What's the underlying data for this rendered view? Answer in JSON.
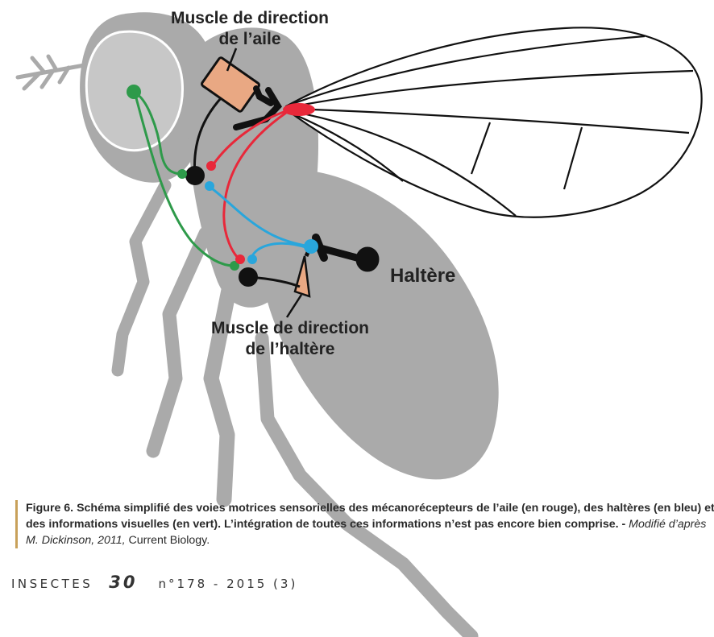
{
  "labels": {
    "wing_muscle": [
      "Muscle de direction",
      "de l’aile"
    ],
    "haltere": "Haltère",
    "haltere_muscle": [
      "Muscle de direction",
      "de l’haltère"
    ]
  },
  "caption": {
    "figure_text": "Figure 6. Schéma simplifié des voies motrices sensorielles des mécanorécepteurs de l’aile (en rouge), des haltères (en bleu) et des informations visuelles (en vert). L’intégration de toutes ces informations n’est pas encore bien comprise. -",
    "source_italic": " Modifié d’après M. Dickinson, 2011,",
    "journal": " Current Biology."
  },
  "footer": {
    "journal": "INSECTES",
    "page": "30",
    "issue": "n°178 - 2015 (3)"
  },
  "colors": {
    "fly_body": "#aaaaaa",
    "fly_eye": "#c7c7c7",
    "wing_pathway": "#e8283a",
    "haltere_pathway": "#29a6dc",
    "visual_pathway": "#2e9a4a",
    "muscle": "#e9a883",
    "caption_rule": "#c8a15a"
  }
}
